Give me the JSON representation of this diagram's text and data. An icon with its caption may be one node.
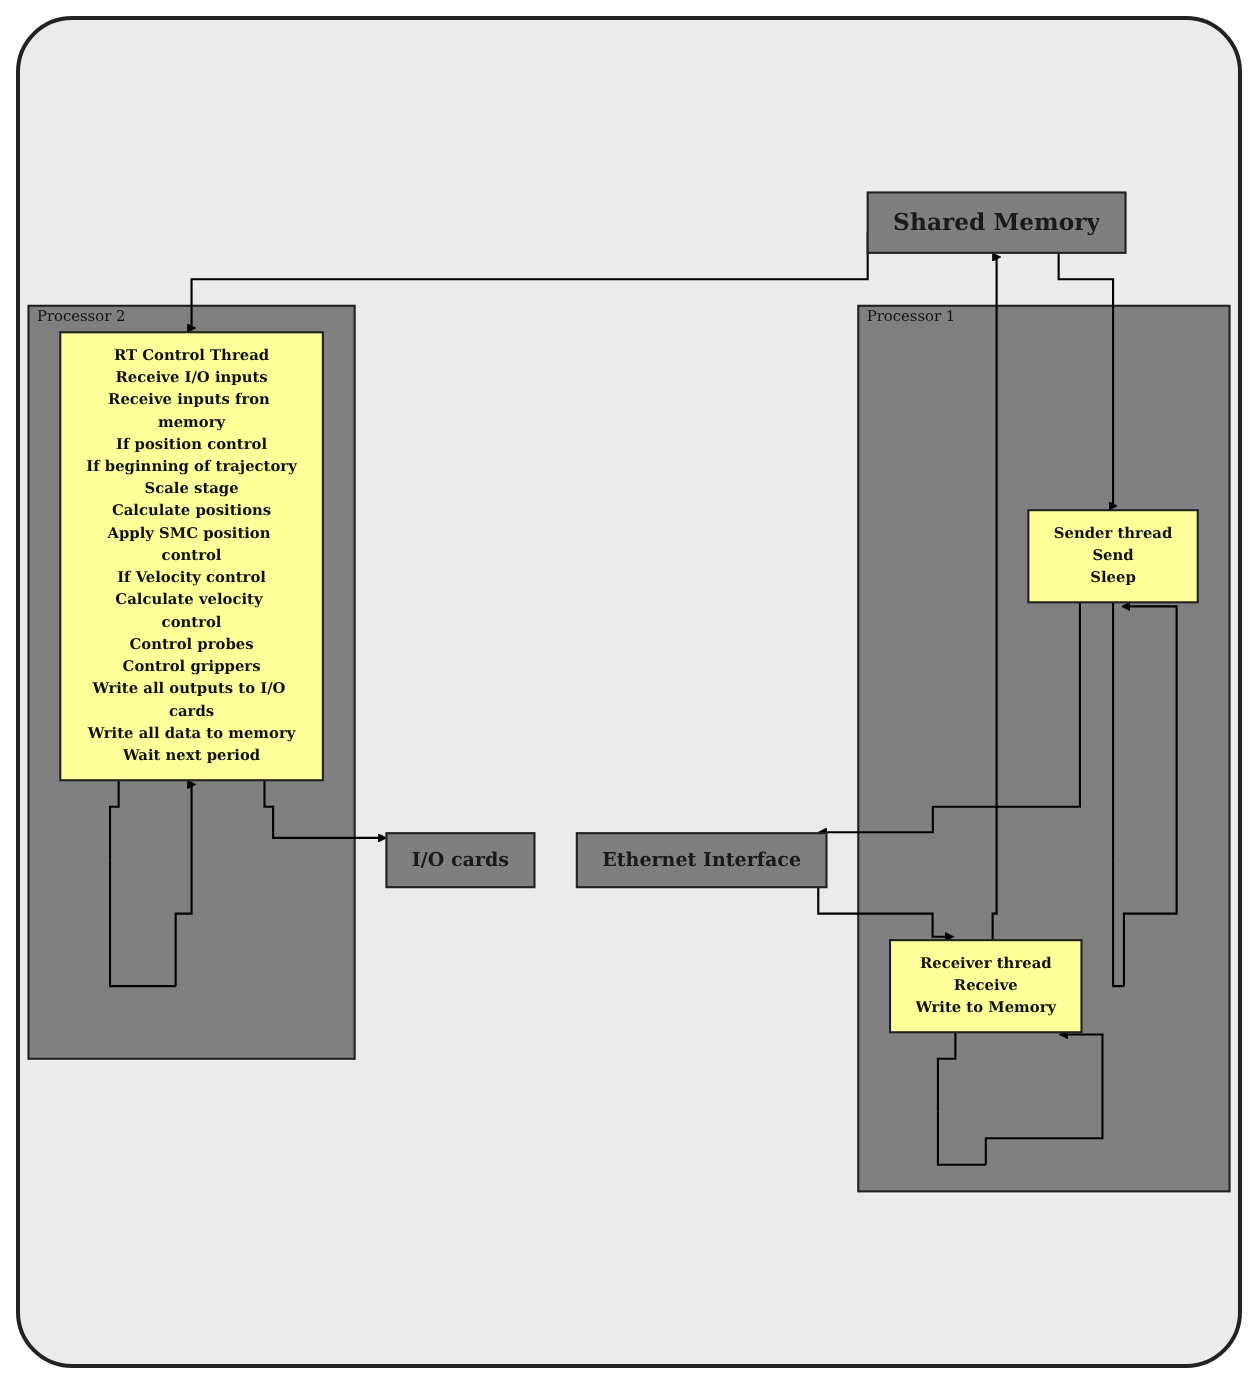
{
  "diagram": {
    "nodes": [
      {
        "text": [
          "Shared Memory"
        ]
      },
      {
        "text": [
          "Processor 1"
        ]
      },
      {
        "text": [
          "Sender thread",
          "Send",
          "Sleep"
        ],
        "in": 1
      },
      {
        "text": [
          "Receiver thread",
          "Receive",
          "Write to Memory"
        ],
        "in": 1
      },
      {
        "text": [
          "Ethernet Interface"
        ]
      },
      {
        "text": [
          "Processor 2"
        ]
      },
      {
        "text": [
          "RT Control Thread",
          "Receive I/O inputs",
          "Receive inputs fron memory",
          "If position control",
          "If beginning of trajectory",
          "Scale stage",
          "Calculate positions",
          "Apply SMC position control",
          "If Velocity control",
          "Calculate velocity control",
          "Control probes",
          "Control grippers",
          "Write all outputs to I/O cards",
          "Write all data to memory",
          "Wait next period"
        ],
        "in": 5
      },
      {
        "text": [
          "I/O cards"
        ]
      }
    ],
    "edges": [
      {
        "from": 0,
        "to": 2,
        "arrow": "to"
      },
      {
        "from": 3,
        "to": 0,
        "arrow": "to"
      },
      {
        "from": 0,
        "to": 6,
        "arrow": "to"
      },
      {
        "from": 2,
        "to": 2,
        "arrow": "to"
      },
      {
        "from": 3,
        "to": 3,
        "arrow": "to"
      },
      {
        "from": 2,
        "to": 4,
        "arrow": "to"
      },
      {
        "from": 4,
        "to": 3,
        "arrow": "to"
      },
      {
        "from": 6,
        "to": 6,
        "arrow": "to"
      },
      {
        "from": 6,
        "to": 7,
        "arrow": "to"
      }
    ]
  }
}
